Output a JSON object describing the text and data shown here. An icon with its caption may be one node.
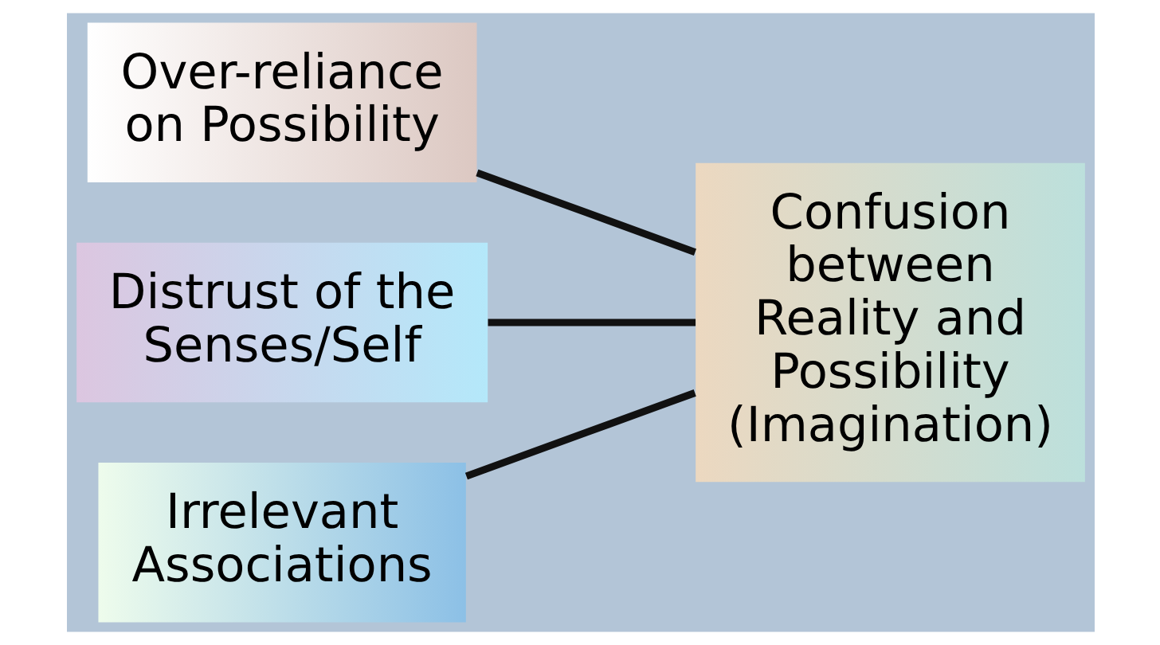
{
  "diagram": {
    "nodes": [
      {
        "text": [
          "Over-reliance on Possibility"
        ]
      },
      {
        "text": [
          "Distrust of the Senses/Self"
        ]
      },
      {
        "text": [
          "Irrelevant Associations"
        ]
      },
      {
        "text": [
          "Confusion between Reality and Possibility (Imagination)"
        ]
      }
    ],
    "edges": [
      {
        "from": 0,
        "to": 3,
        "arrow": "none"
      },
      {
        "from": 1,
        "to": 3,
        "arrow": "none"
      },
      {
        "from": 2,
        "to": 3,
        "arrow": "none"
      }
    ]
  }
}
